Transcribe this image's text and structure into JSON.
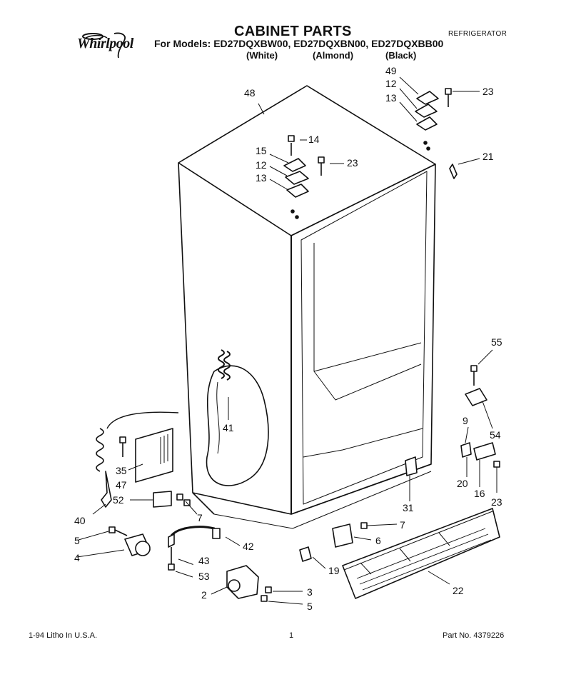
{
  "header": {
    "brand": "Whirlpool",
    "title": "CABINET PARTS",
    "category": "REFRIGERATOR",
    "models_line": "For Models: ED27DQXBW00, ED27DQXBN00, ED27DQXBB00",
    "variants": [
      "(White)",
      "(Almond)",
      "(Black)"
    ]
  },
  "callouts": [
    "48",
    "14",
    "15",
    "12",
    "13",
    "23",
    "49",
    "12",
    "13",
    "23",
    "21",
    "41",
    "55",
    "54",
    "9",
    "35",
    "47",
    "52",
    "40",
    "7",
    "5",
    "4",
    "43",
    "53",
    "2",
    "3",
    "5",
    "42",
    "6",
    "7",
    "19",
    "20",
    "16",
    "23",
    "31",
    "22"
  ],
  "footer": {
    "left": "1-94 Litho In U.S.A.",
    "center": "1",
    "right": "Part No. 4379226"
  },
  "colors": {
    "ink": "#111111",
    "paper": "#ffffff"
  }
}
